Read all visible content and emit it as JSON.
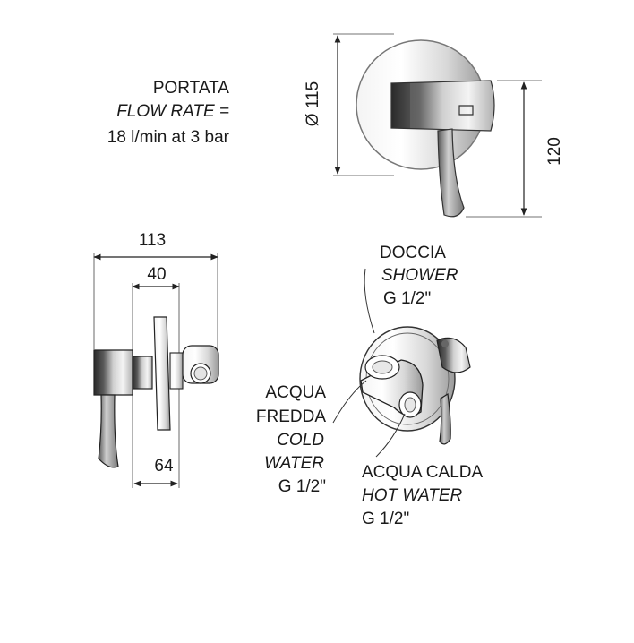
{
  "flow": {
    "line1": "PORTATA",
    "line2": "FLOW RATE =",
    "line3": "18 l/min at 3 bar"
  },
  "front_view": {
    "diameter_label": "Ø 115",
    "height_label": "120"
  },
  "side_view": {
    "width_total": "113",
    "width_inner": "40",
    "depth_label": "64"
  },
  "iso_view": {
    "shower": {
      "it": "DOCCIA",
      "en": "SHOWER",
      "size": "G 1/2\""
    },
    "cold": {
      "it1": "ACQUA",
      "it2": "FREDDA",
      "en1": "COLD",
      "en2": "WATER",
      "size": "G 1/2\""
    },
    "hot": {
      "it": "ACQUA CALDA",
      "en": "HOT WATER",
      "size": "G 1/2\""
    }
  }
}
